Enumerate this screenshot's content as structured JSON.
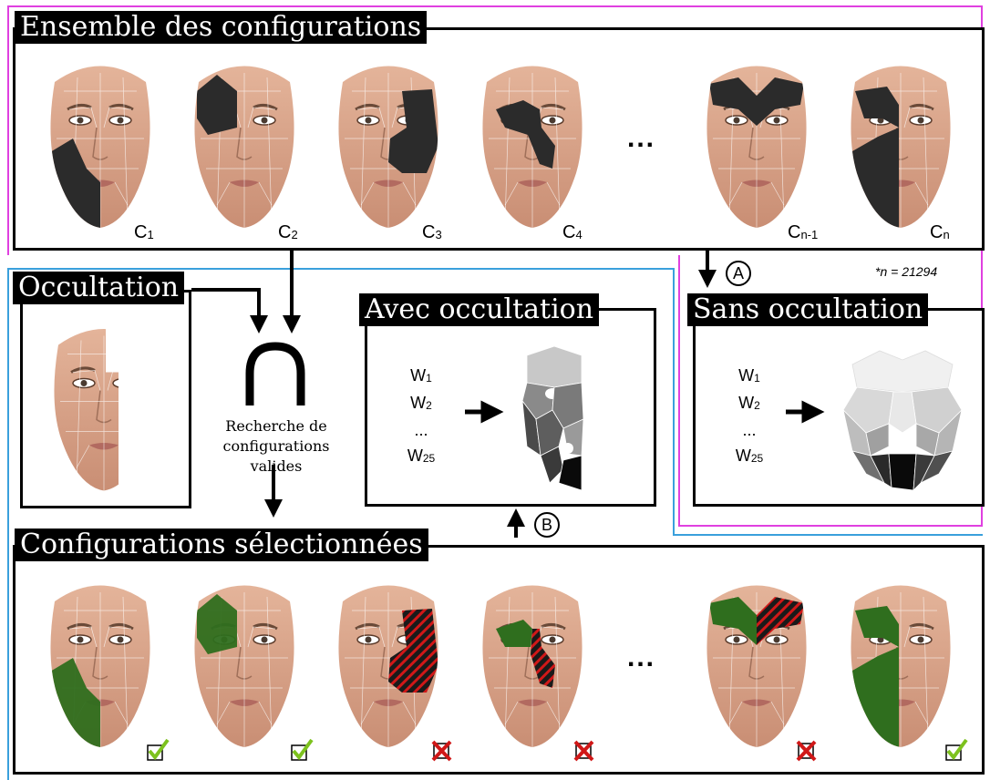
{
  "top_panel": {
    "title": "Ensemble des configurations"
  },
  "config_labels": [
    {
      "base": "C",
      "sub": "1"
    },
    {
      "base": "C",
      "sub": "2"
    },
    {
      "base": "C",
      "sub": "3"
    },
    {
      "base": "C",
      "sub": "4"
    },
    {
      "base": "C",
      "sub": "n-1"
    },
    {
      "base": "C",
      "sub": "n"
    }
  ],
  "ellipsis": "...",
  "n_note": "*n = 21294",
  "occlusion_panel": {
    "title": "Occultation"
  },
  "search": {
    "text_lines": [
      "Recherche de",
      "configurations",
      "valides"
    ]
  },
  "with_panel": {
    "title": "Avec occultation",
    "weights": [
      {
        "base": "W",
        "sub": "1"
      },
      {
        "base": "W",
        "sub": "2"
      },
      {
        "base": "...",
        "sub": ""
      },
      {
        "base": "W",
        "sub": "25"
      }
    ]
  },
  "without_panel": {
    "title": "Sans occultation",
    "weights": [
      {
        "base": "W",
        "sub": "1"
      },
      {
        "base": "W",
        "sub": "2"
      },
      {
        "base": "...",
        "sub": ""
      },
      {
        "base": "W",
        "sub": "25"
      }
    ]
  },
  "markers": {
    "a": "A",
    "b": "B"
  },
  "selected_panel": {
    "title": "Configurations sélectionnées",
    "status": [
      "valid",
      "valid",
      "invalid",
      "invalid",
      "invalid",
      "valid"
    ]
  },
  "colors": {
    "magenta_frame": "#e040e0",
    "blue_frame": "#3aa0dc",
    "mask_dark": "#2b2b2b",
    "mask_green": "#2f6e1e",
    "hatch_red": "#d01818",
    "check_green": "#7dc21e"
  }
}
